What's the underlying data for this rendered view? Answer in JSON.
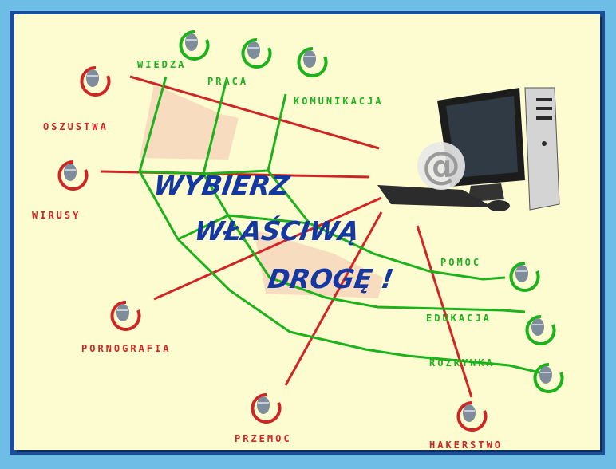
{
  "headline": {
    "line1": "WYBIERZ",
    "line2": "WŁAŚCIWĄ",
    "line3": "DROGĘ !"
  },
  "bad_paths": [
    "OSZUSTWA",
    "WIRUSY",
    "PORNOGRAFIA",
    "PRZEMOC",
    "HAKERSTWO"
  ],
  "good_paths": [
    "WIEDZA",
    "PRACA",
    "KOMUNIKACJA",
    "POMOC",
    "EDUKACJA",
    "ROZRYWKA"
  ],
  "computer_symbol": "@",
  "colors": {
    "bad": "#d02525",
    "good": "#1bb21b",
    "headline": "#1537a1",
    "road": "#f8dcc0",
    "background": "#fdfbd0",
    "frame": "#1a4f97"
  },
  "icons": [
    "mouse-icon",
    "computer-icon"
  ]
}
